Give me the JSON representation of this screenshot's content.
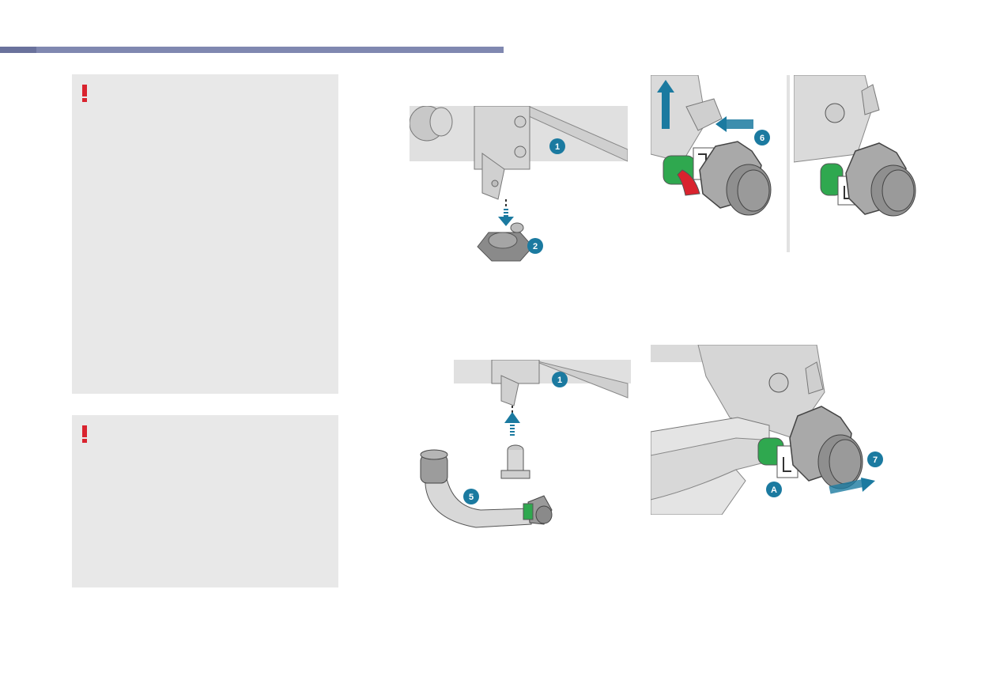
{
  "colors": {
    "header_bar": "#8088b0",
    "warning_bg": "#e8e8e8",
    "warning_icon": "#d9232e",
    "callout": "#1b7aa0",
    "lock_green": "#2fa84f",
    "lock_red": "#d9232e"
  },
  "warnings": [
    {
      "icon": "exclamation-icon",
      "text": ""
    },
    {
      "icon": "exclamation-icon",
      "text": ""
    }
  ],
  "figures": {
    "fig1": {
      "callouts": [
        "1",
        "2"
      ]
    },
    "fig2": {
      "callouts": [
        "6"
      ]
    },
    "fig4": {
      "callouts": [
        "1",
        "5"
      ]
    },
    "fig5": {
      "callouts": [
        "7",
        "A"
      ]
    }
  }
}
